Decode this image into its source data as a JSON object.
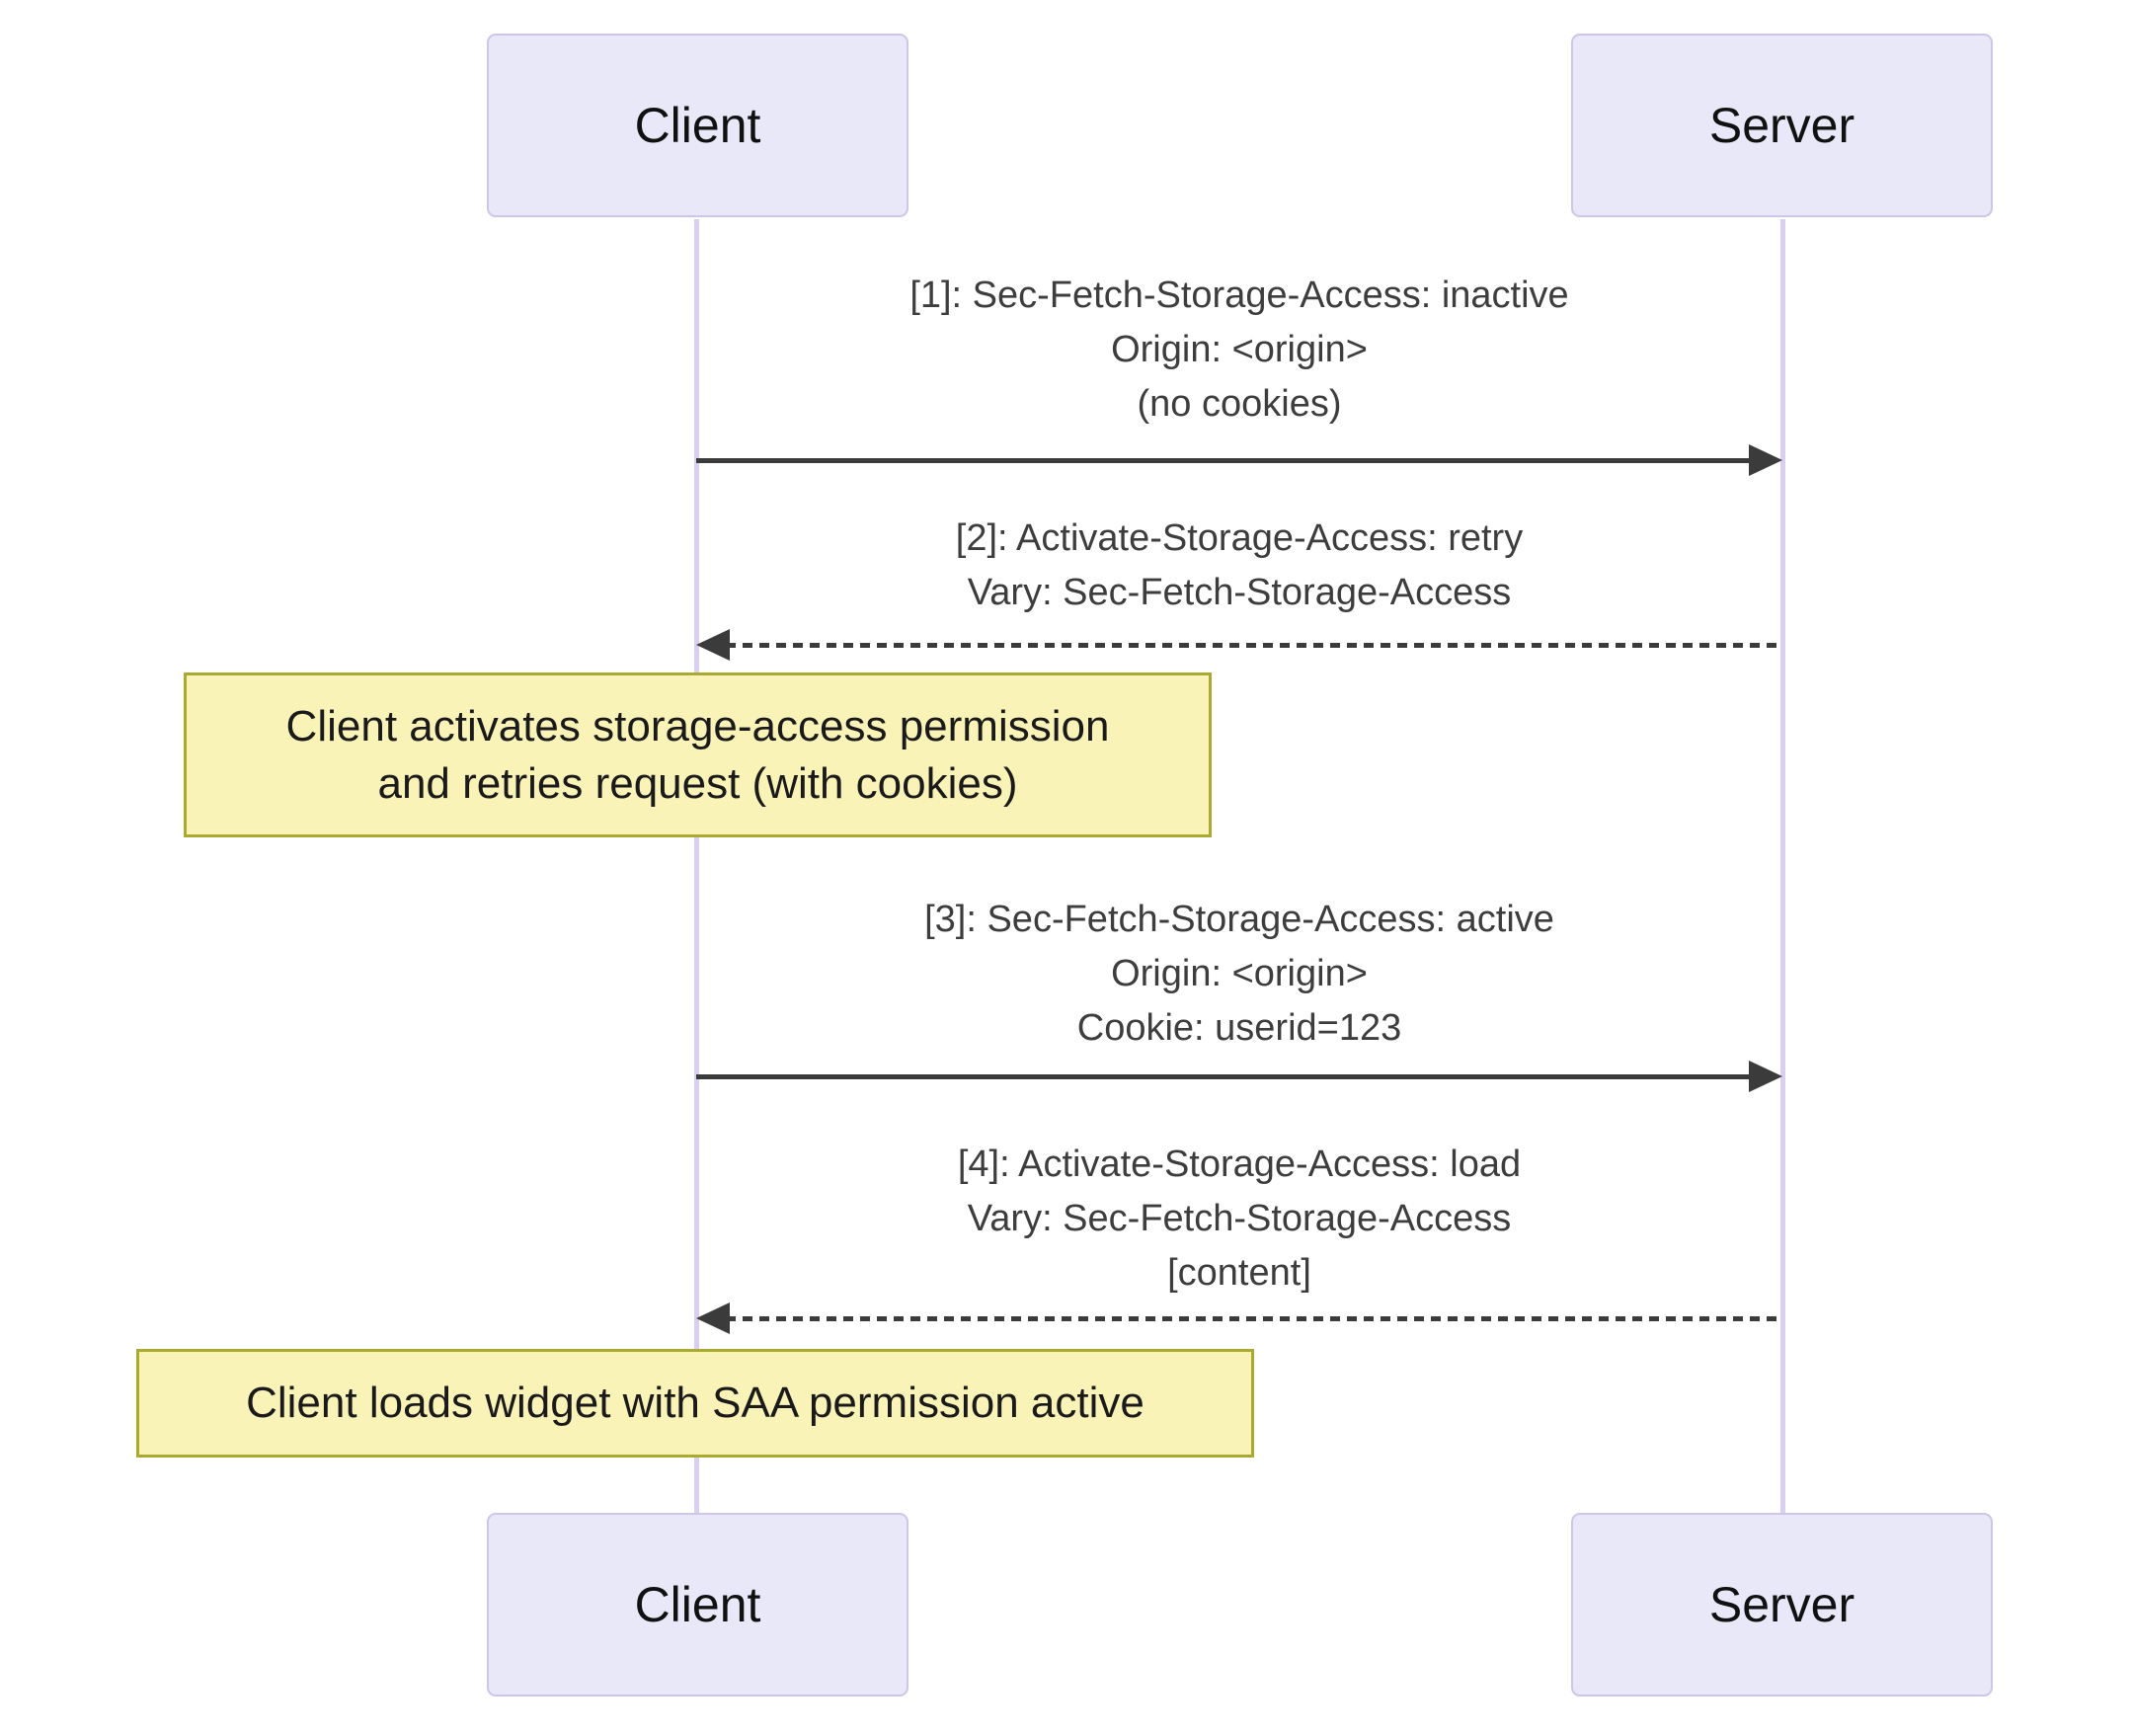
{
  "diagram": {
    "type": "sequence-diagram",
    "actors": {
      "client": "Client",
      "server": "Server"
    },
    "messages": [
      {
        "id": "1",
        "from": "client",
        "to": "server",
        "line_style": "solid",
        "lines": [
          "[1]: Sec-Fetch-Storage-Access: inactive",
          "Origin: <origin>",
          "(no cookies)"
        ]
      },
      {
        "id": "2",
        "from": "server",
        "to": "client",
        "line_style": "dashed",
        "lines": [
          "[2]: Activate-Storage-Access: retry",
          "Vary: Sec-Fetch-Storage-Access"
        ]
      },
      {
        "id": "3",
        "from": "client",
        "to": "server",
        "line_style": "solid",
        "lines": [
          "[3]: Sec-Fetch-Storage-Access: active",
          "Origin: <origin>",
          "Cookie: userid=123"
        ]
      },
      {
        "id": "4",
        "from": "server",
        "to": "client",
        "line_style": "dashed",
        "lines": [
          "[4]: Activate-Storage-Access: load",
          "Vary: Sec-Fetch-Storage-Access",
          "[content]"
        ]
      }
    ],
    "notes": [
      {
        "lines": [
          "Client activates storage-access permission",
          "and retries request (with cookies)"
        ]
      },
      {
        "lines": [
          "Client loads widget with SAA permission active"
        ]
      }
    ],
    "colors": {
      "background": "#FFFFFF",
      "actor_fill": "#E8E8F8",
      "actor_border": "#CFC5E8",
      "lifeline": "#D9CFF0",
      "arrow": "#3B3B3B",
      "message_text": "#3D3D3D",
      "note_fill": "#FAF3B8",
      "note_border": "#AAAA33"
    }
  }
}
